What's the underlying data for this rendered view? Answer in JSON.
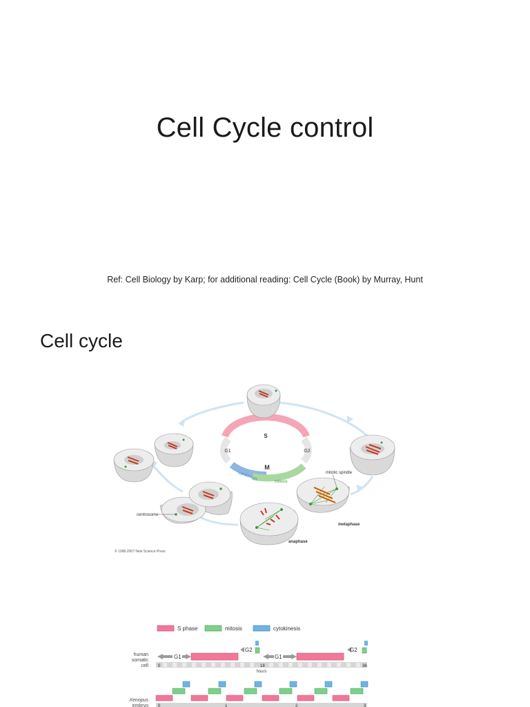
{
  "slide1": {
    "title": "Cell Cycle control",
    "reference": "Ref: Cell Biology by Karp; for additional reading: Cell Cycle (Book) by Murray, Hunt"
  },
  "slide2": {
    "title": "Cell cycle",
    "diagram": {
      "ring_labels": {
        "s": "S",
        "g1": "G1",
        "g2": "G2",
        "m": "M",
        "cytokinesis": "cytokinesis",
        "mitosis": "mitosis"
      },
      "callouts": {
        "mitotic_spindle": "mitotic spindle",
        "centrosome": "centrosome",
        "metaphase": "metaphase",
        "anaphase": "anaphase"
      },
      "copyright": "© 1998-2007 New Science Press",
      "colors": {
        "s_phase": "#f4a6b6",
        "mitosis": "#a8d8a0",
        "cytokinesis": "#8fb6de",
        "arrows": "#cfe3f3",
        "cell": "#e6e6e6",
        "chromosome": "#c23b22",
        "centrosome": "#3a9a3a"
      }
    },
    "timeline": {
      "legend": {
        "s_phase": "S phase",
        "mitosis": "mitosis",
        "cytokinesis": "cytokinesis"
      },
      "human": {
        "label_line1": "human",
        "label_line2": "somatic",
        "label_line3": "cell",
        "g1": "G1",
        "g2": "G2",
        "ticks": [
          "0",
          "18",
          "36"
        ],
        "axis_label": "hours"
      },
      "xenopus": {
        "label_line1": "Xenopus",
        "label_line2": "embryo",
        "ticks": [
          "0",
          "1",
          "2",
          "3"
        ]
      }
    }
  }
}
